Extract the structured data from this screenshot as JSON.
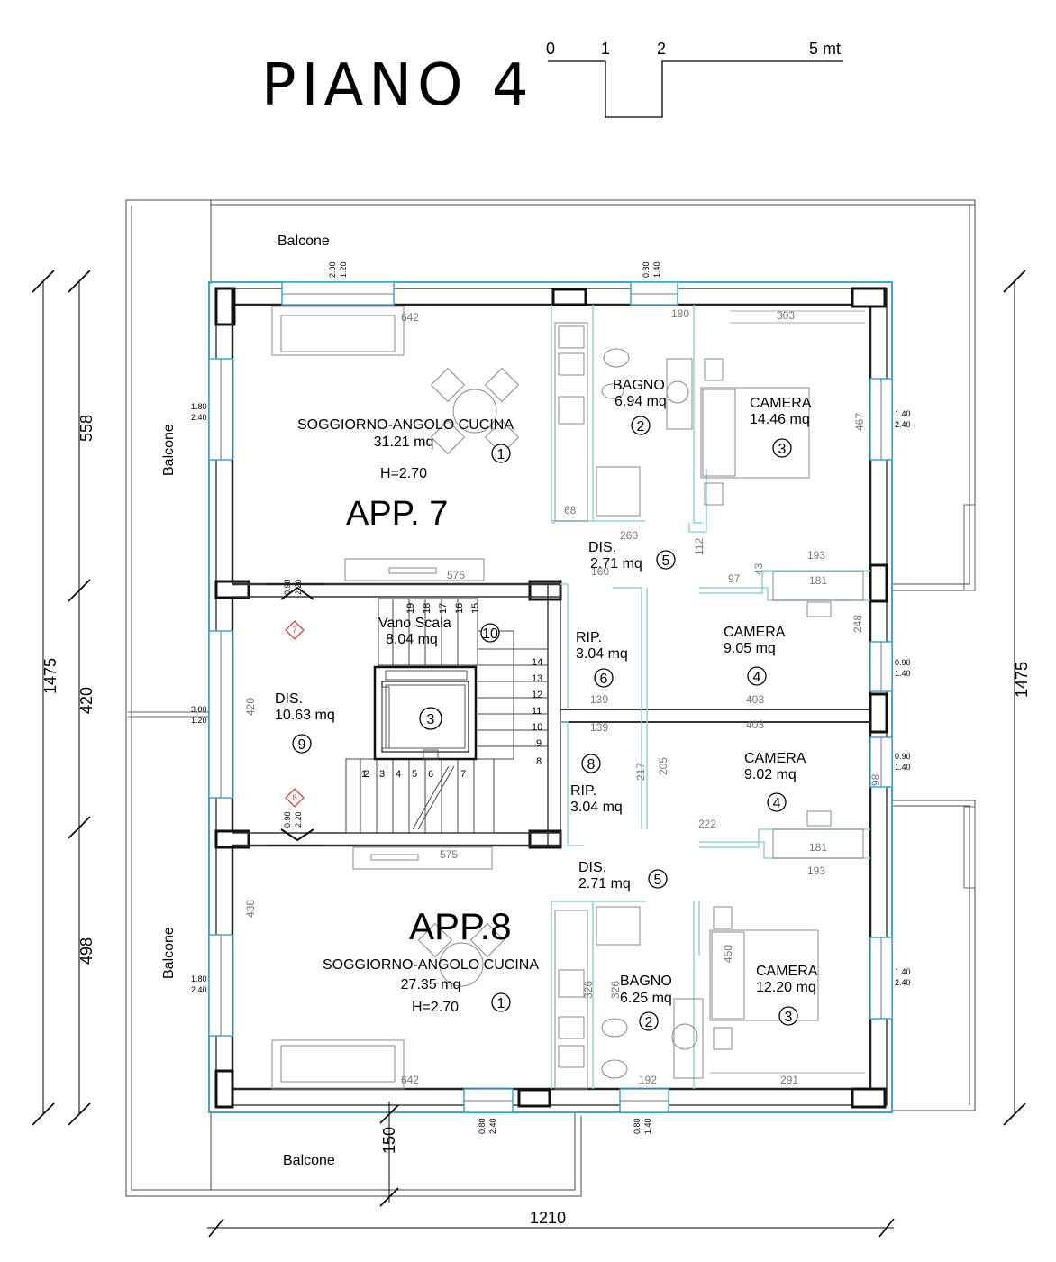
{
  "title": "PIANO 4",
  "scale": {
    "ticks": [
      "0",
      "1",
      "2",
      "5 mt"
    ]
  },
  "apartments": [
    {
      "label": "APP. 7"
    },
    {
      "label": "APP.8"
    }
  ],
  "rooms": {
    "app7_living": {
      "name": "SOGGIORNO-ANGOLO CUCINA",
      "area": "31.21 mq",
      "height": "H=2.70",
      "num": "1"
    },
    "app7_bath": {
      "name": "BAGNO",
      "area": "6.94 mq",
      "num": "2"
    },
    "app7_bed1": {
      "name": "CAMERA",
      "area": "14.46 mq",
      "num": "3"
    },
    "app7_dis": {
      "name": "DIS.",
      "area": "2.71 mq",
      "num": "5"
    },
    "app7_rip": {
      "name": "RIP.",
      "area": "3.04 mq",
      "num": "6"
    },
    "app7_bed2": {
      "name": "CAMERA",
      "area": "9.05 mq",
      "num": "4"
    },
    "stair": {
      "name": "Vano Scala",
      "area": "8.04 mq",
      "num": "10"
    },
    "lift": {
      "num": "3"
    },
    "hall": {
      "name": "DIS.",
      "area": "10.63 mq",
      "num": "9"
    },
    "app8_rip": {
      "name": "RIP.",
      "area": "3.04 mq",
      "num": "8"
    },
    "app8_bed2": {
      "name": "CAMERA",
      "area": "9.02 mq",
      "num": "4"
    },
    "app8_dis": {
      "name": "DIS.",
      "area": "2.71 mq",
      "num": "5"
    },
    "app8_living": {
      "name": "SOGGIORNO-ANGOLO CUCINA",
      "area": "27.35 mq",
      "height": "H=2.70",
      "num": "1"
    },
    "app8_bath": {
      "name": "BAGNO",
      "area": "6.25 mq",
      "num": "2"
    },
    "app8_bed1": {
      "name": "CAMERA",
      "area": "12.20 mq",
      "num": "3"
    }
  },
  "balconies": {
    "top": "Balcone",
    "left_top": "Balcone",
    "left_bottom": "Balcone",
    "bottom": "Balcone"
  },
  "dimensions": {
    "total_width": "1210",
    "total_height_left": "1475",
    "total_height_right": "1475",
    "seg_top": "558",
    "seg_mid": "420",
    "seg_bottom": "498",
    "balcony_depth": "150"
  },
  "inner_dims": {
    "d642_top": "642",
    "d180": "180",
    "d303": "303",
    "d467": "467",
    "d68": "68",
    "d260": "260",
    "d160": "160",
    "d112": "112",
    "d193_top": "193",
    "d97": "97",
    "d43": "43",
    "d181_top": "181",
    "d575_top": "575",
    "d248": "248",
    "d139_a": "139",
    "d403_a": "403",
    "d139_b": "139",
    "d403_b": "403",
    "d420": "420",
    "d217": "217",
    "d205": "205",
    "d98": "98",
    "d222": "222",
    "d181_bot": "181",
    "d575_bot": "575",
    "d193_bot": "193",
    "d438": "438",
    "d326_a": "326",
    "d326_b": "326",
    "d450": "450",
    "d642_bot": "642",
    "d192": "192",
    "d291": "291"
  },
  "openings": {
    "w_top_a": [
      "2.00",
      "1.20"
    ],
    "w_top_b": [
      "0.80",
      "1.40"
    ],
    "w_left_a": [
      "1.80",
      "2.40"
    ],
    "w_left_b": [
      "3.00",
      "1.20"
    ],
    "w_left_c": [
      "1.80",
      "2.40"
    ],
    "w_right_a": [
      "1.40",
      "2.40"
    ],
    "w_right_b": [
      "0.90",
      "1.40"
    ],
    "w_right_c": [
      "0.90",
      "1.40"
    ],
    "w_right_d": [
      "1.40",
      "2.40"
    ],
    "w_bot_a": [
      "0.80",
      "2.40"
    ],
    "w_bot_b": [
      "0.80",
      "1.40"
    ],
    "door_a": [
      "0.90",
      "2.20"
    ],
    "door_b": [
      "0.90",
      "2.20"
    ]
  },
  "steps": [
    "1",
    "2",
    "3",
    "4",
    "5",
    "6",
    "7",
    "8",
    "9",
    "10",
    "11",
    "12",
    "13",
    "14",
    "15",
    "16",
    "17",
    "18",
    "19"
  ],
  "exits": [
    "7",
    "8"
  ],
  "colors": {
    "wall": "#222222",
    "insulation": "#3aa7d6",
    "partition": "#8fd3d8",
    "exit": "#e03030"
  }
}
